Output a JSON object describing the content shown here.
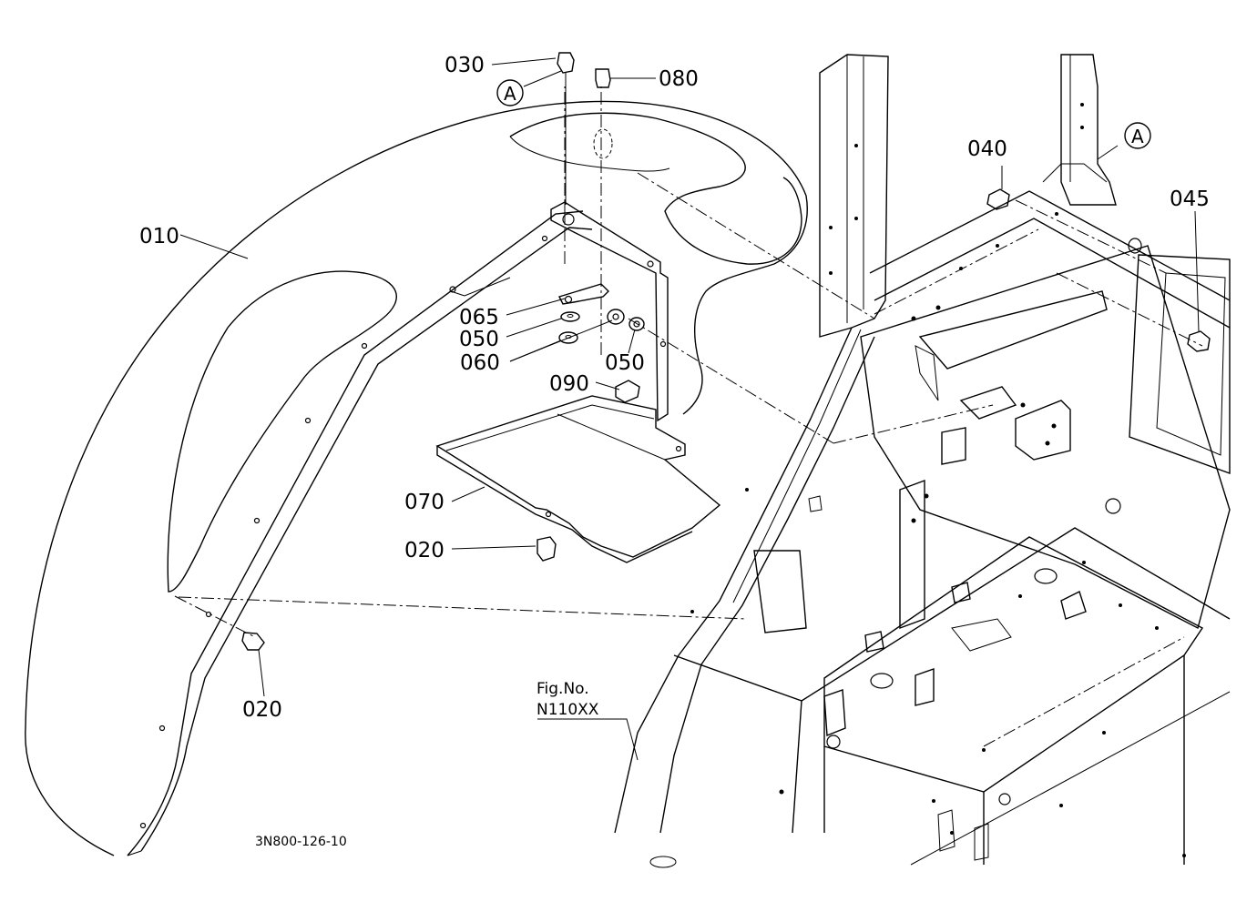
{
  "diagram": {
    "figure_code": "3N800-126-10",
    "fig_ref": {
      "title": "Fig.No.",
      "number": "N110XX"
    },
    "callout_letter": "A",
    "parts": [
      {
        "id": "010",
        "label": "010",
        "name": "fender"
      },
      {
        "id": "020a",
        "label": "020",
        "name": "bolt"
      },
      {
        "id": "020b",
        "label": "020",
        "name": "bolt"
      },
      {
        "id": "030",
        "label": "030",
        "name": "bolt"
      },
      {
        "id": "040",
        "label": "040",
        "name": "bolt"
      },
      {
        "id": "045",
        "label": "045",
        "name": "bolt"
      },
      {
        "id": "050a",
        "label": "050",
        "name": "washer"
      },
      {
        "id": "050b",
        "label": "050",
        "name": "washer"
      },
      {
        "id": "060",
        "label": "060",
        "name": "washer"
      },
      {
        "id": "065",
        "label": "065",
        "name": "bracket"
      },
      {
        "id": "070",
        "label": "070",
        "name": "tray"
      },
      {
        "id": "080",
        "label": "080",
        "name": "bolt"
      },
      {
        "id": "090",
        "label": "090",
        "name": "nut"
      }
    ]
  }
}
